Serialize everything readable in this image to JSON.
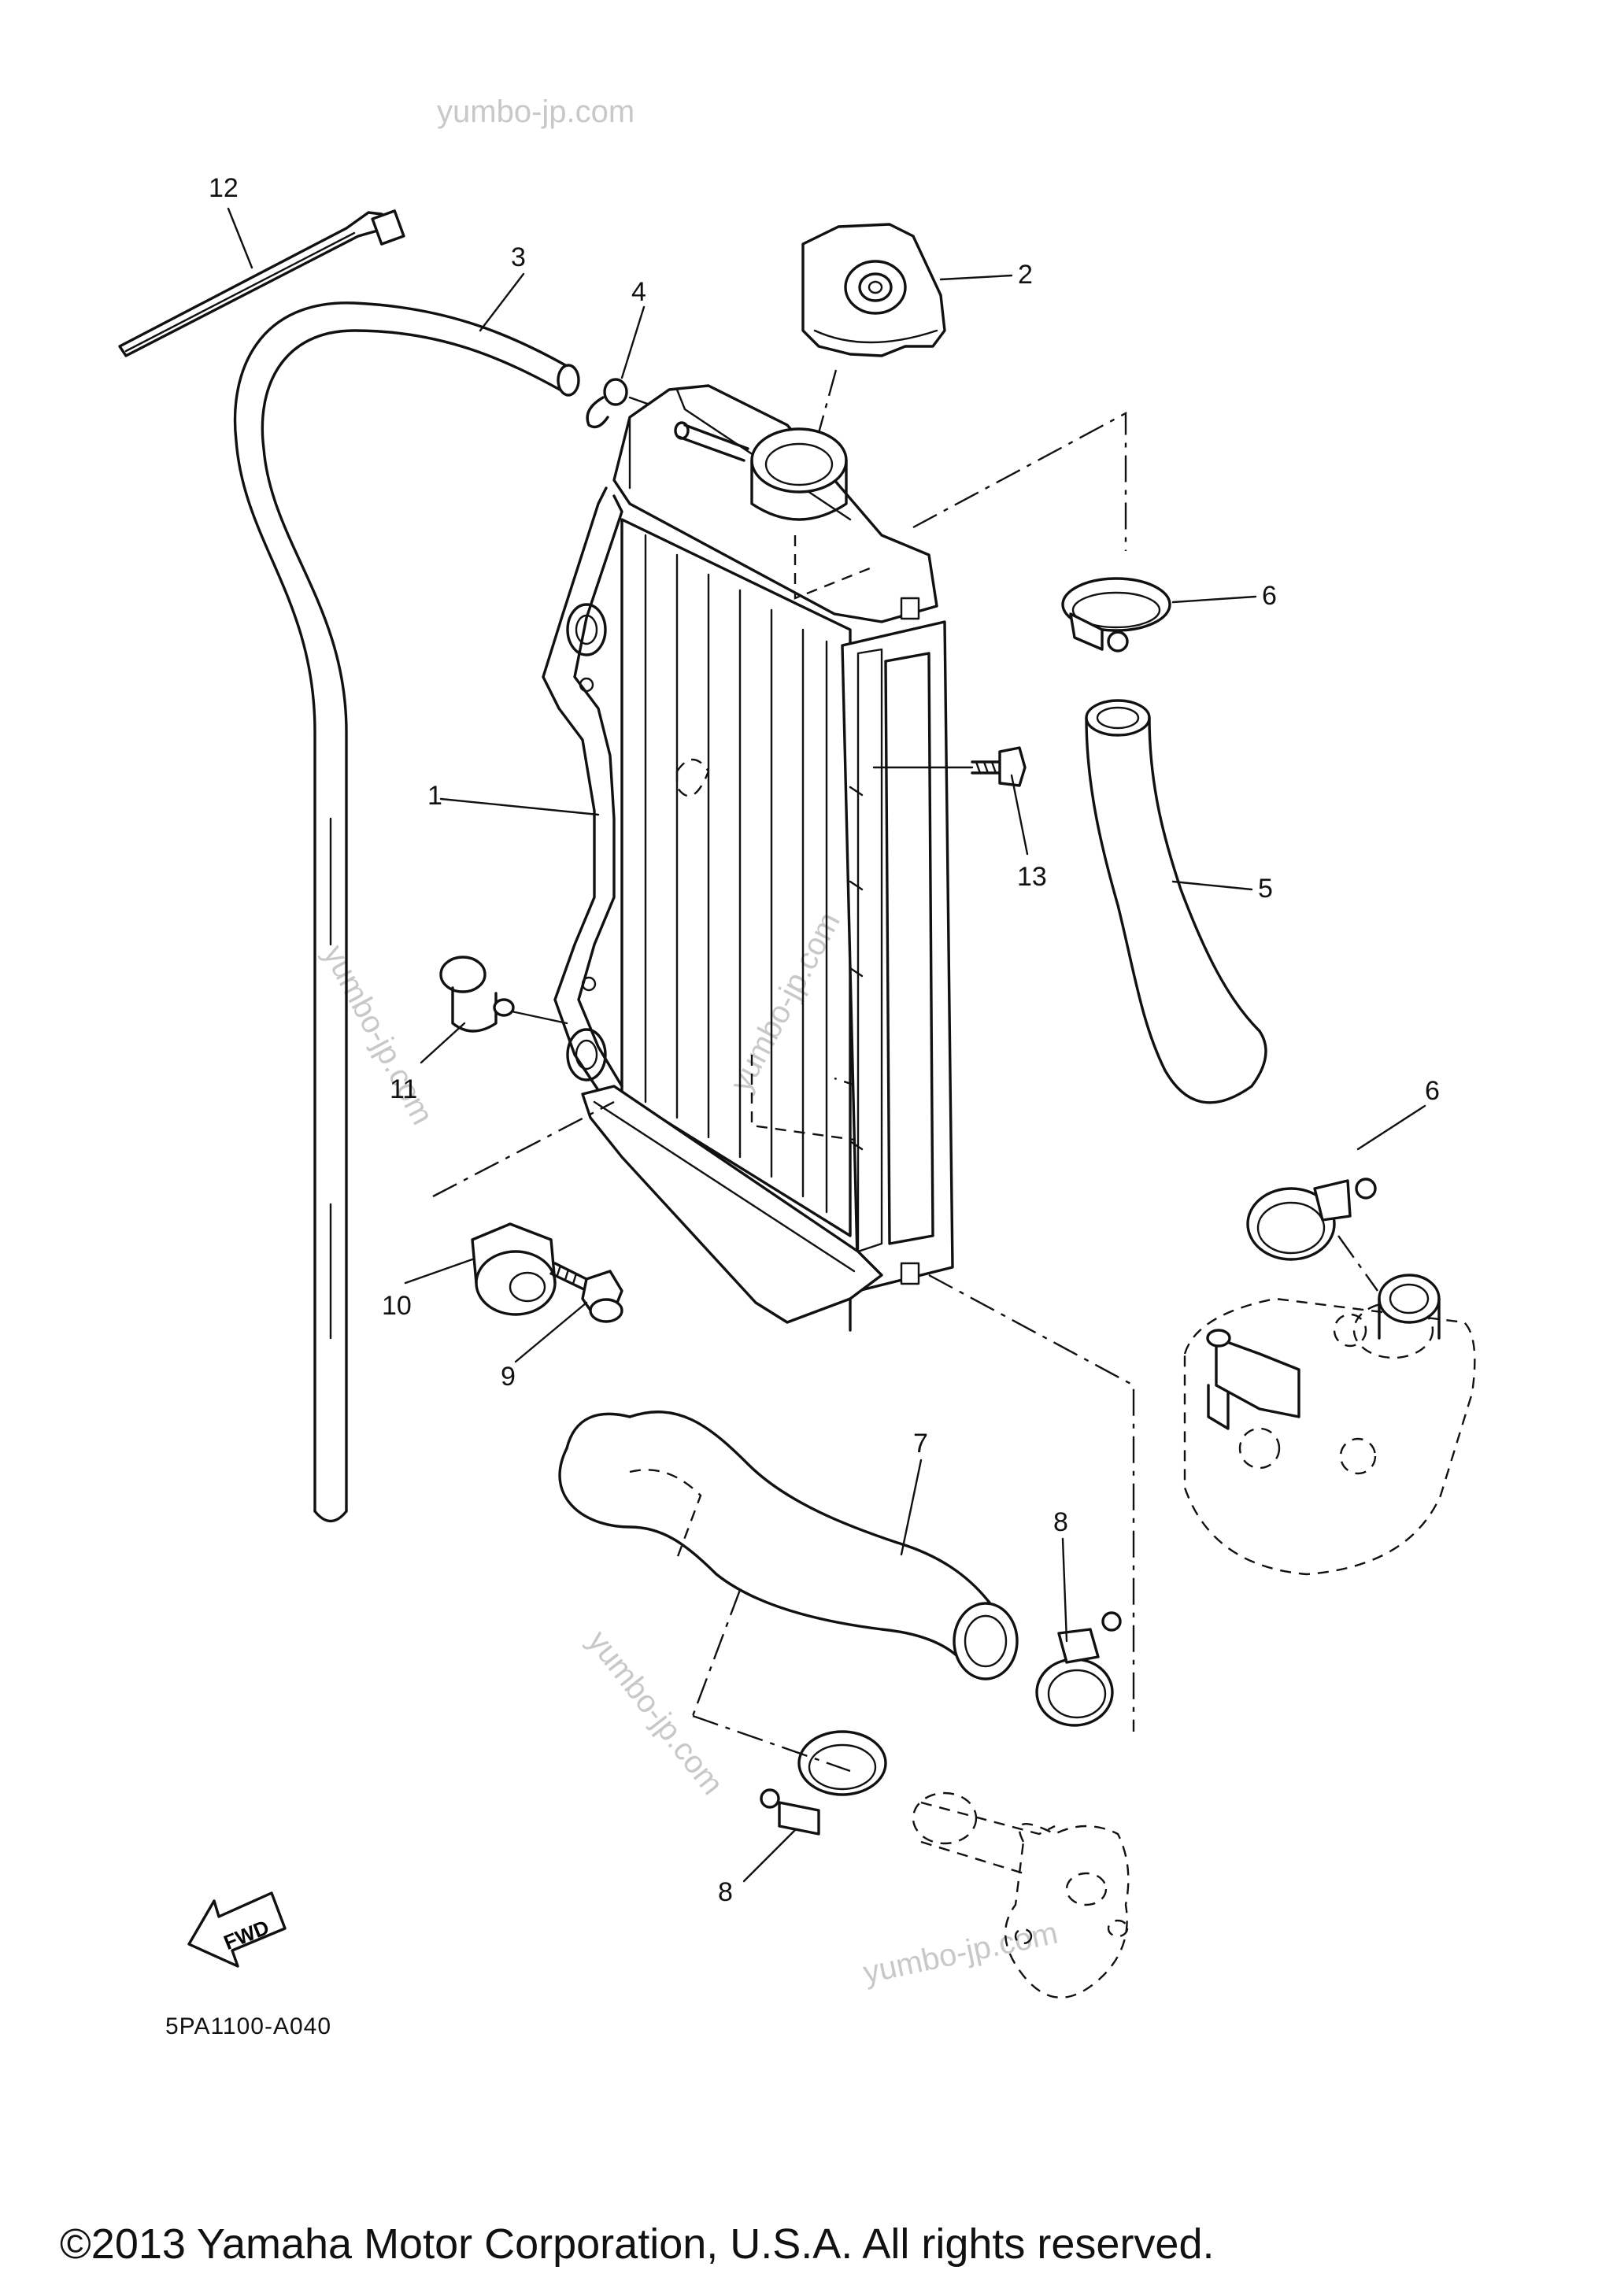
{
  "diagram": {
    "callouts": [
      {
        "id": "1",
        "label": "1"
      },
      {
        "id": "2",
        "label": "2"
      },
      {
        "id": "3",
        "label": "3"
      },
      {
        "id": "4",
        "label": "4"
      },
      {
        "id": "5",
        "label": "5"
      },
      {
        "id": "6a",
        "label": "6"
      },
      {
        "id": "6b",
        "label": "6"
      },
      {
        "id": "7",
        "label": "7"
      },
      {
        "id": "8a",
        "label": "8"
      },
      {
        "id": "8b",
        "label": "8"
      },
      {
        "id": "9",
        "label": "9"
      },
      {
        "id": "10",
        "label": "10"
      },
      {
        "id": "11",
        "label": "11"
      },
      {
        "id": "12",
        "label": "12"
      },
      {
        "id": "13",
        "label": "13"
      }
    ],
    "watermark": "yumbo-jp.com",
    "fwd_label": "FWD",
    "code": "5PA1100-A040"
  },
  "footer": {
    "copyright": "©2013 Yamaha Motor Corporation, U.S.A. All rights reserved."
  }
}
